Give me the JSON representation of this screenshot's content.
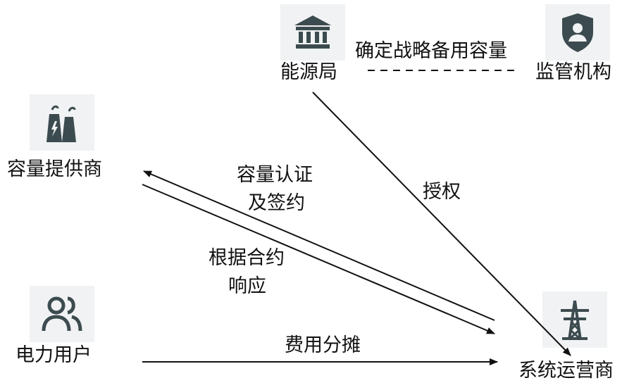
{
  "nodes": {
    "energy_bureau": {
      "label": "能源局",
      "icon": "bank-icon"
    },
    "regulator": {
      "label": "监管机构",
      "icon": "shield-user-icon"
    },
    "capacity_provider": {
      "label": "容量提供商",
      "icon": "power-plant-icon"
    },
    "power_user": {
      "label": "电力用户",
      "icon": "users-icon"
    },
    "system_operator": {
      "label": "系统运营商",
      "icon": "transmission-tower-icon"
    }
  },
  "edges": {
    "strategic_capacity": {
      "label": "确定战略备用容量",
      "style": "dashed"
    },
    "authorize": {
      "label": "授权"
    },
    "certification": {
      "label_line1": "容量认证",
      "label_line2": "及签约"
    },
    "respond": {
      "label_line1": "根据合约",
      "label_line2": "响应"
    },
    "cost_share": {
      "label": "费用分摊"
    }
  },
  "colors": {
    "icon": "#3c4b4f",
    "tile": "#f0f2f3",
    "line": "#111111"
  }
}
